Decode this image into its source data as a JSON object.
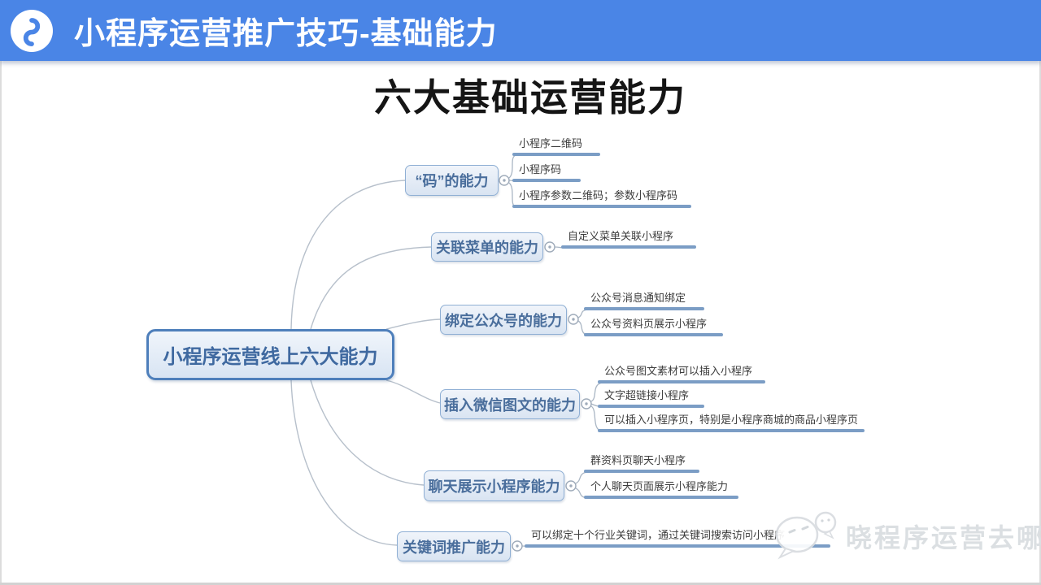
{
  "header": {
    "title": "小程序运营推广技巧-基础能力",
    "logo_icon": "mini-program-logo"
  },
  "slide_title": "六大基础运营能力",
  "mindmap": {
    "root_label": "小程序运营线上六大能力",
    "branches": [
      {
        "label": "“码”的能力",
        "leaves": [
          "小程序二维码",
          "小程序码",
          "小程序参数二维码；参数小程序码"
        ]
      },
      {
        "label": "关联菜单的能力",
        "leaves": [
          "自定义菜单关联小程序"
        ]
      },
      {
        "label": "绑定公众号的能力",
        "leaves": [
          "公众号消息通知绑定",
          "公众号资料页展示小程序"
        ]
      },
      {
        "label": "插入微信图文的能力",
        "leaves": [
          "公众号图文素材可以插入小程序",
          "文字超链接小程序",
          "可以插入小程序页，特别是小程序商城的商品小程序页"
        ]
      },
      {
        "label": "聊天展示小程序能力",
        "leaves": [
          "群资料页聊天小程序",
          "个人聊天页面展示小程序能力"
        ]
      },
      {
        "label": "关键词推广能力",
        "leaves": [
          "可以绑定十个行业关键词，通过关键词搜索访问小程序"
        ]
      }
    ]
  },
  "watermark": {
    "text": "晓程序运营去哪",
    "icon": "chat-bubbles-icon"
  },
  "colors": {
    "header_bg": "#4a85e6",
    "node_fill": "#e0e9f4",
    "node_border": "#8fafd4",
    "root_border": "#4e7fbb",
    "node_text": "#4a6e9c",
    "leaf_text": "#3c3c3c",
    "leaf_underline": "#7b9dc5",
    "connector": "#b7c0cb",
    "watermark_text": "#dbdfe2"
  }
}
